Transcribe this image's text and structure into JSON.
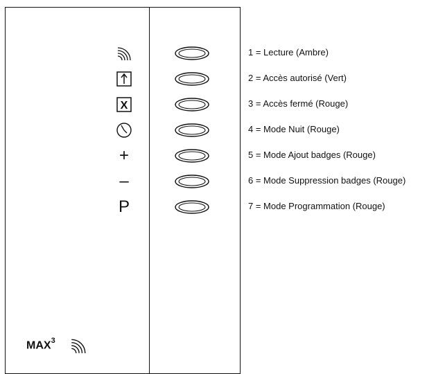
{
  "indicators": [
    {
      "icon": "signal-waves-icon",
      "glyph": "",
      "label": "1 = Lecture (Ambre)"
    },
    {
      "icon": "up-arrow-box-icon",
      "glyph": "",
      "label": "2 = Accès autorisé (Vert)"
    },
    {
      "icon": "x-box-icon",
      "glyph": "X",
      "label": "3 = Accès fermé (Rouge)"
    },
    {
      "icon": "clock-icon",
      "glyph": "",
      "label": "4 = Mode Nuit (Rouge)"
    },
    {
      "icon": "plus-icon",
      "glyph": "+",
      "label": "5 = Mode Ajout badges (Rouge)"
    },
    {
      "icon": "minus-icon",
      "glyph": "–",
      "label": "6 = Mode Suppression badges (Rouge)"
    },
    {
      "icon": "letter-p-icon",
      "glyph": "P",
      "label": "7 = Mode Programmation (Rouge)"
    }
  ],
  "brand": {
    "name": "MAX",
    "superscript": "3"
  }
}
